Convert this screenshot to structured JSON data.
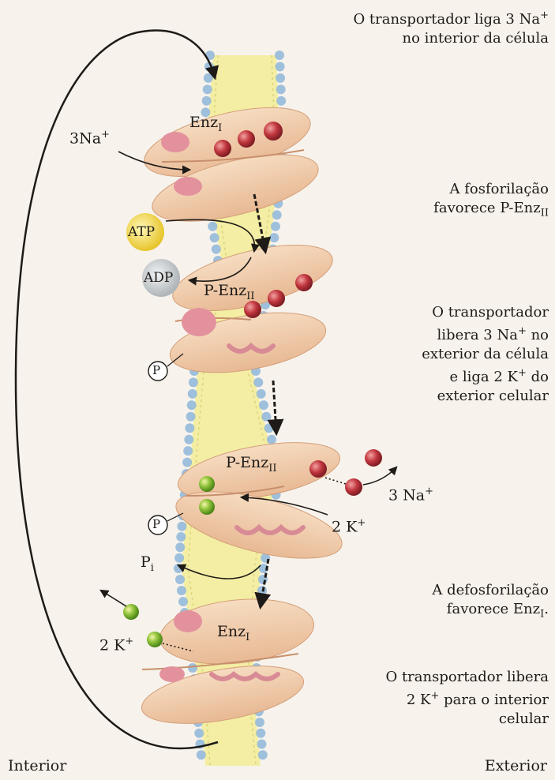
{
  "steps": {
    "s1": {
      "line1_a": "O transportador liga 3 Na",
      "line1_sup": "+",
      "line2": "no interior da célula"
    },
    "s2": {
      "line1": "A fosforilação",
      "line2_a": "favorece P-Enz",
      "line2_sub": "II"
    },
    "s3": {
      "line1": "O transportador",
      "line2_a": "libera 3 Na",
      "line2_sup": "+",
      "line2_b": " no",
      "line3": "exterior da célula",
      "line4_a": "e liga 2 K",
      "line4_sup": "+",
      "line4_b": " do",
      "line5": "exterior celular"
    },
    "s4": {
      "line1": "A defosforilação",
      "line2_a": "favorece Enz",
      "line2_sub": "I",
      "line2_b": "."
    },
    "s5": {
      "line1": "O transportador libera",
      "line2_a": "2 K",
      "line2_sup": "+",
      "line2_b": " para o interior",
      "line3": "celular"
    }
  },
  "enzymes": {
    "enz1_top": {
      "base": "Enz",
      "sub": "I"
    },
    "penz_a": {
      "base": "P-Enz",
      "sub": "II"
    },
    "penz_b": {
      "base": "P-Enz",
      "sub": "II"
    },
    "enz1_bottom": {
      "base": "Enz",
      "sub": "I"
    }
  },
  "ions": {
    "na_in": {
      "a": "3Na",
      "sup": "+"
    },
    "na_out": {
      "a": "3 Na",
      "sup": "+"
    },
    "k_in": {
      "a": "2 K",
      "sup": "+"
    },
    "k_out": {
      "a": "2 K",
      "sup": "+"
    },
    "pi": {
      "a": "P",
      "sub": "i"
    }
  },
  "molecules": {
    "atp": "ATP",
    "adp": "ADP",
    "phosphate": "P"
  },
  "sides": {
    "interior": "Interior",
    "exterior": "Exterior"
  },
  "colors": {
    "sodium": "#b8313a",
    "potassium": "#6fae2a",
    "atp": "#f2d640",
    "adp": "#c6cbcd",
    "protein": "#f0c9a6",
    "membrane": "#f2ed9c",
    "lipid_head": "#8fb6d9"
  }
}
